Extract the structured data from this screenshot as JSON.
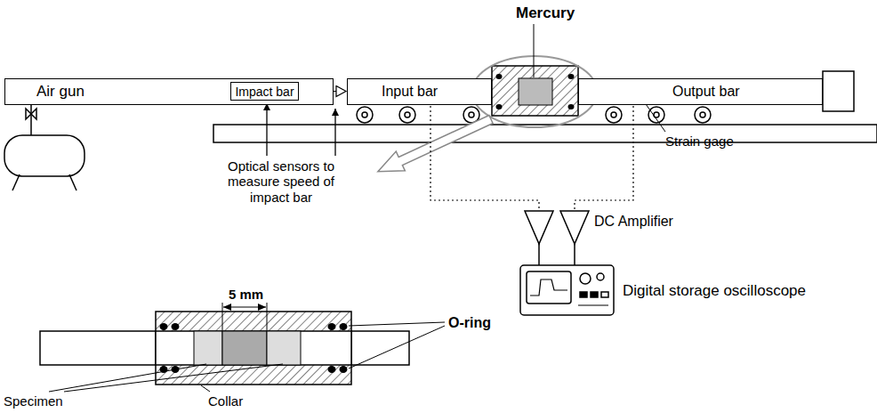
{
  "diagram": {
    "nodes": [
      {
        "text": [
          "Air gun"
        ]
      },
      {
        "text": [
          "Impact bar"
        ],
        "in": 0
      },
      {
        "text": [
          "Input bar"
        ]
      },
      {
        "text": [
          "Output bar"
        ]
      }
    ],
    "edges": [
      {
        "from": 1,
        "to": 2,
        "arrow": "to"
      }
    ],
    "labels": [
      "Mercury",
      "Optical sensors to measure speed of impact bar",
      "Strain gage",
      "DC Amplifier",
      "Digital storage oscilloscope",
      "5 mm",
      "O-ring",
      "Specimen",
      "Collar"
    ]
  }
}
